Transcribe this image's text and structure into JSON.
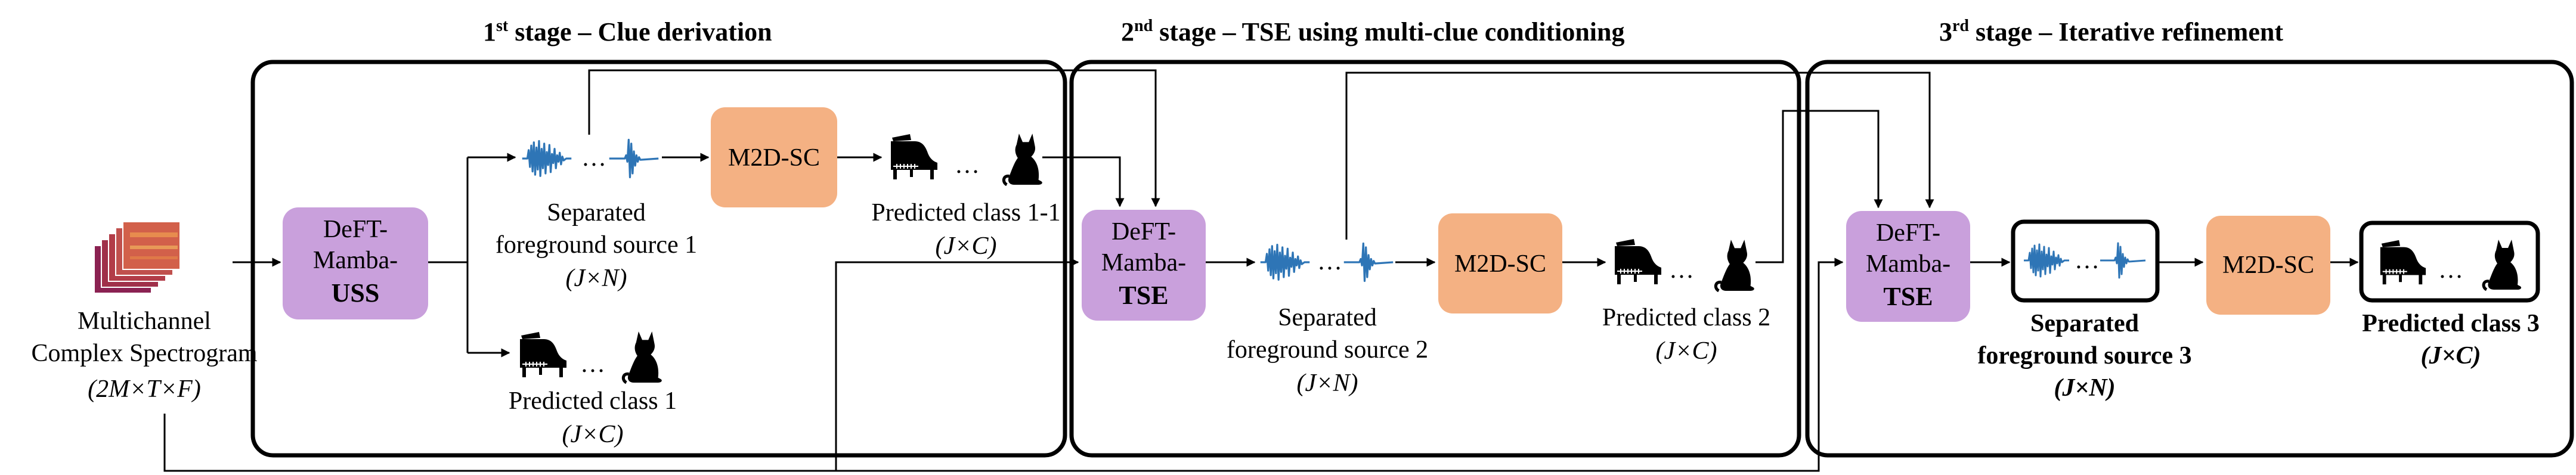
{
  "stages": [
    {
      "num": "1",
      "sup": "st",
      "title": " stage – Clue derivation"
    },
    {
      "num": "2",
      "sup": "nd",
      "title": " stage – TSE using multi-clue conditioning"
    },
    {
      "num": "3",
      "sup": "rd",
      "title": " stage – Iterative refinement"
    }
  ],
  "input": {
    "line1": "Multichannel",
    "line2": "Complex Spectrogram",
    "dims": "(2M×T×F)"
  },
  "blocks": {
    "uss": {
      "line1": "DeFT-",
      "line2": "Mamba-",
      "line3": "USS"
    },
    "tse2": {
      "line1": "DeFT-",
      "line2": "Mamba-",
      "line3": "TSE"
    },
    "tse3": {
      "line1": "DeFT-",
      "line2": "Mamba-",
      "line3": "TSE"
    },
    "sc1": "M2D-SC",
    "sc2": "M2D-SC",
    "sc3": "M2D-SC"
  },
  "labels": {
    "sep1": {
      "line1": "Separated",
      "line2": "foreground source 1",
      "dims": "(J×N)"
    },
    "pred11": {
      "line1": "Predicted class 1-1",
      "dims": "(J×C)"
    },
    "pred1": {
      "line1": "Predicted class 1",
      "dims": "(J×C)"
    },
    "sep2": {
      "line1": "Separated",
      "line2": "foreground source 2",
      "dims": "(J×N)"
    },
    "pred2": {
      "line1": "Predicted class 2",
      "dims": "(J×C)"
    },
    "sep3": {
      "line1": "Separated",
      "line2": "foreground source 3",
      "dims": "(J×N)"
    },
    "pred3": {
      "line1": "Predicted class 3",
      "dims": "(J×C)"
    }
  },
  "dots": "…",
  "icons": [
    "spectrogram-icon",
    "waveform-icon",
    "piano-icon",
    "cat-icon"
  ],
  "colors": {
    "dnn_block": "#c9a0dc",
    "classifier_block": "#f4b183",
    "waveform": "#2e75b6",
    "spectrogram": "#c0504d"
  }
}
